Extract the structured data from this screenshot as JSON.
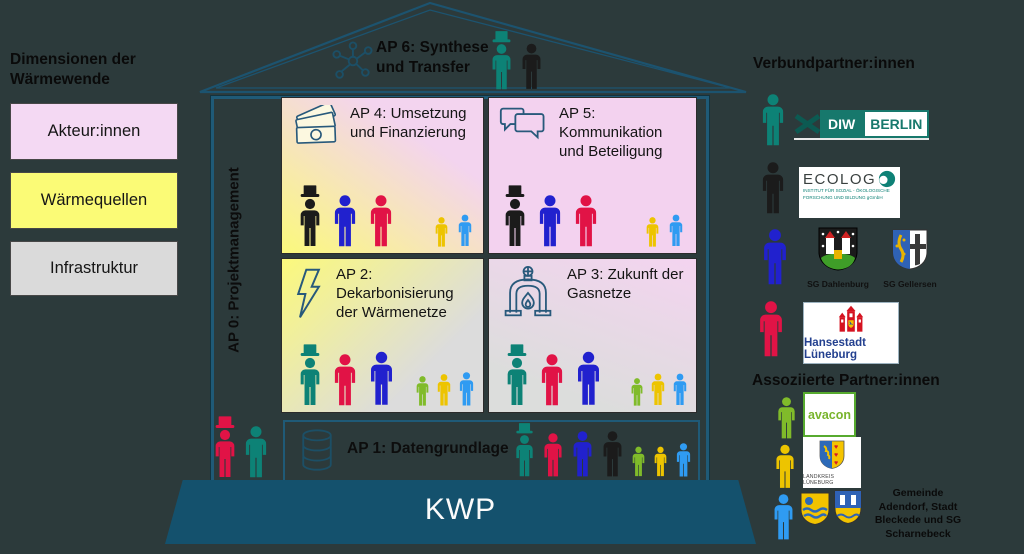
{
  "canvas": {
    "bg": "#2c3a3b"
  },
  "left_panel": {
    "heading": "Dimensionen der Wärmewende",
    "boxes": [
      {
        "label": "Akteur:innen",
        "color": "#f4d9f3"
      },
      {
        "label": "Wärmequellen",
        "color": "#fbfb76"
      },
      {
        "label": "Infrastruktur",
        "color": "#dadada"
      }
    ]
  },
  "house": {
    "roof_label": "AP 6: Synthese und Transfer",
    "ap0_label": "AP 0: Projektmanagement",
    "quadrants": [
      {
        "key": "ap4",
        "title": "AP 4: Umsetzung und Finanzierung"
      },
      {
        "key": "ap5",
        "title": "AP 5: Kommunikation und Beteiligung"
      },
      {
        "key": "ap2",
        "title": "AP 2: Dekarbonisierung der Wärmenetze"
      },
      {
        "key": "ap3",
        "title": "AP 3: Zukunft der Gasnetze"
      }
    ],
    "ap1_title": "AP 1: Datengrundlage",
    "base_label": "KWP"
  },
  "right_panel": {
    "verbund_heading": "Verbundpartner:innen",
    "assoziiert_heading": "Assoziierte Partner:innen",
    "logos": {
      "diw_name": "DIW",
      "diw_city": "BERLIN",
      "ecolog_name": "ECOLOG",
      "ecolog_line1": "INSTITUT FÜR SOZIAL - ÖKOLOGISCHE",
      "ecolog_line2": "FORSCHUNG UND BILDUNG    gGmbH",
      "dahlenburg_caption": "SG Dahlenburg",
      "gellersen_caption": "SG Gellersen",
      "hansestadt_caption": "Hansestadt Lüneburg",
      "avacon_label": "avacon",
      "landkreis_caption": "LANDKREIS LÜNEBURG",
      "gemeinden_text": "Gemeinde Adendorf, Stadt Bleckede und SG Scharnebeck"
    }
  },
  "person_colors": {
    "teal": "#0d8276",
    "black": "#1b1b1b",
    "blue": "#2121ce",
    "red": "#e11346",
    "green": "#80bb2a",
    "yellow": "#edc400",
    "lightblue": "#2f9bf2"
  }
}
